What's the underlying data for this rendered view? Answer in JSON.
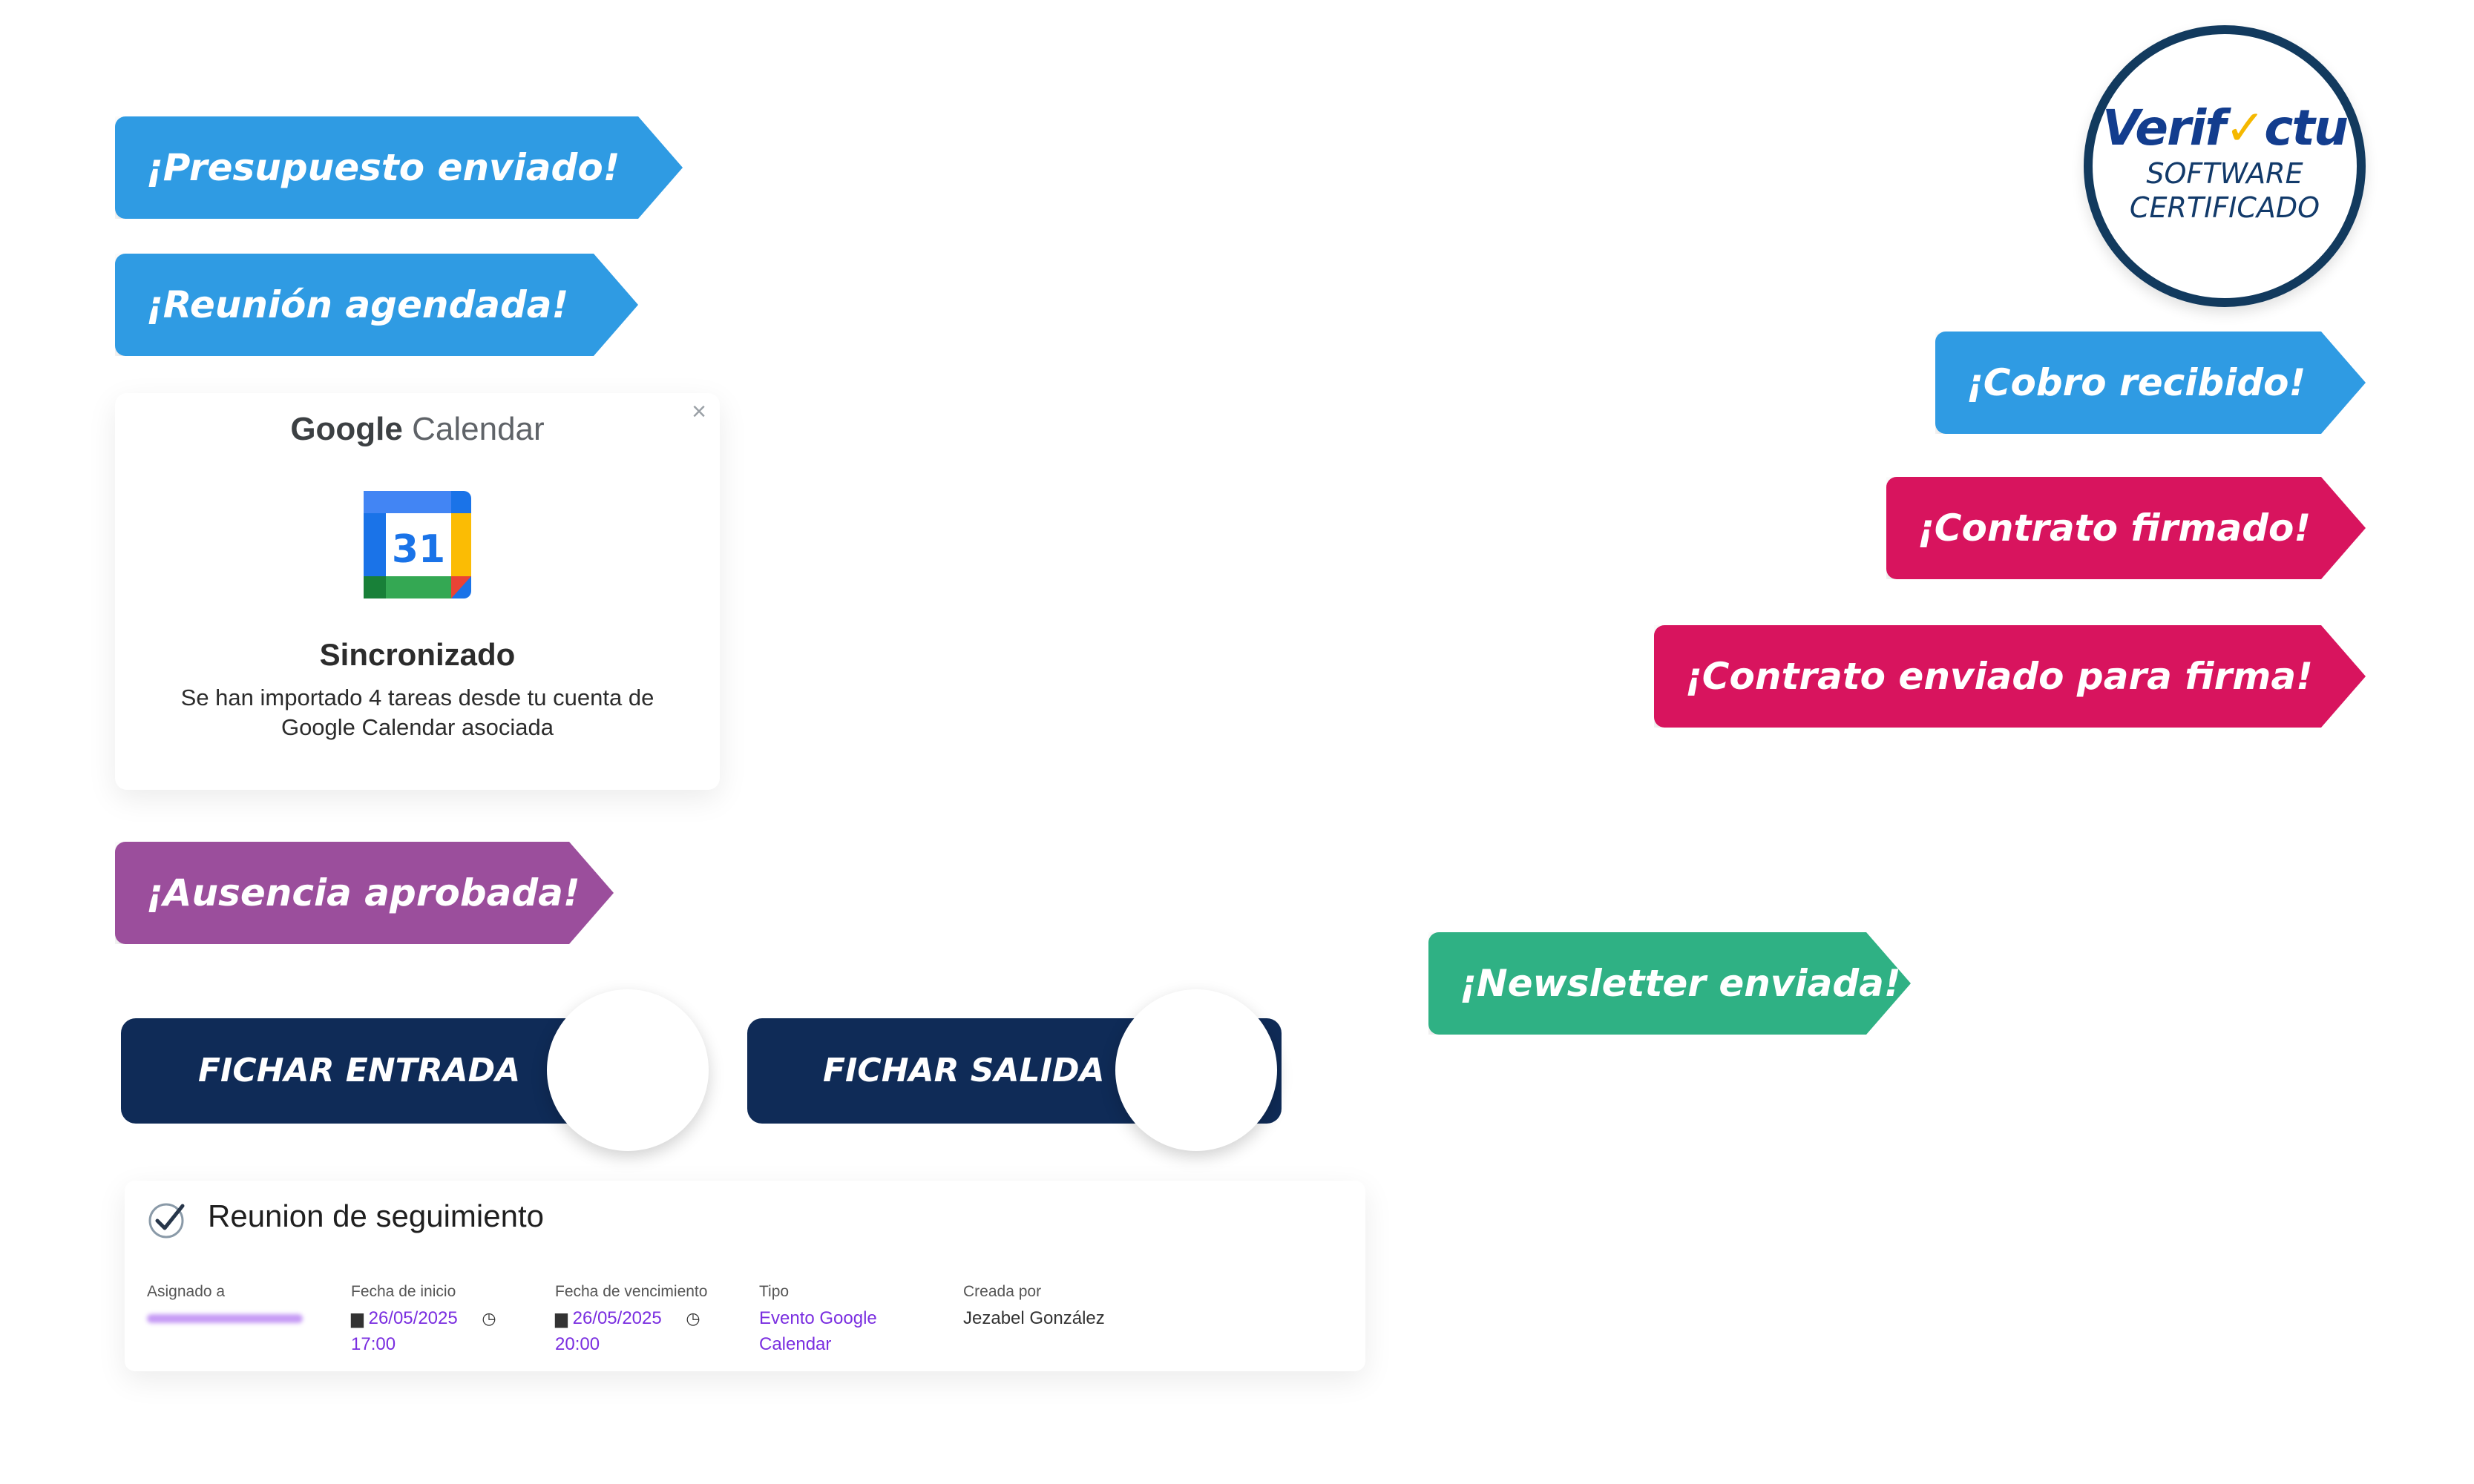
{
  "tags": {
    "presupuesto": "¡Presupuesto enviado!",
    "reunion": "¡Reunión agendada!",
    "cobro": "¡Cobro recibido!",
    "contrato_firmado": "¡Contrato firmado!",
    "contrato_enviado": "¡Contrato enviado para firma!",
    "ausencia": "¡Ausencia aprobada!",
    "newsletter": "¡Newsletter enviada!"
  },
  "colors": {
    "blue": "#2f9be3",
    "pink": "#d8145e",
    "purple": "#9b4e9c",
    "green": "#2fb184",
    "navy": "#0f2b57"
  },
  "badge": {
    "brand_prefix": "Verif",
    "brand_suffix": "ctu",
    "line1": "SOFTWARE",
    "line2": "CERTIFICADO"
  },
  "gcal": {
    "title_google": "Google",
    "title_calendar": "Calendar",
    "icon_day": "31",
    "heading": "Sincronizado",
    "body": "Se han importado 4 tareas desde tu cuenta de Google Calendar asociada",
    "close_symbol": "×"
  },
  "fichar": {
    "entrada": "FICHAR ENTRADA",
    "salida": "FICHAR SALIDA"
  },
  "task": {
    "name": "Reunion de seguimiento",
    "asignado_label": "Asignado a",
    "inicio_label": "Fecha de inicio",
    "inicio_date": "26/05/2025",
    "inicio_time": "17:00",
    "venc_label": "Fecha de vencimiento",
    "venc_date": "26/05/2025",
    "venc_time": "20:00",
    "tipo_label": "Tipo",
    "tipo_value": "Evento Google Calendar",
    "creada_label": "Creada por",
    "creada_value": "Jezabel González"
  }
}
